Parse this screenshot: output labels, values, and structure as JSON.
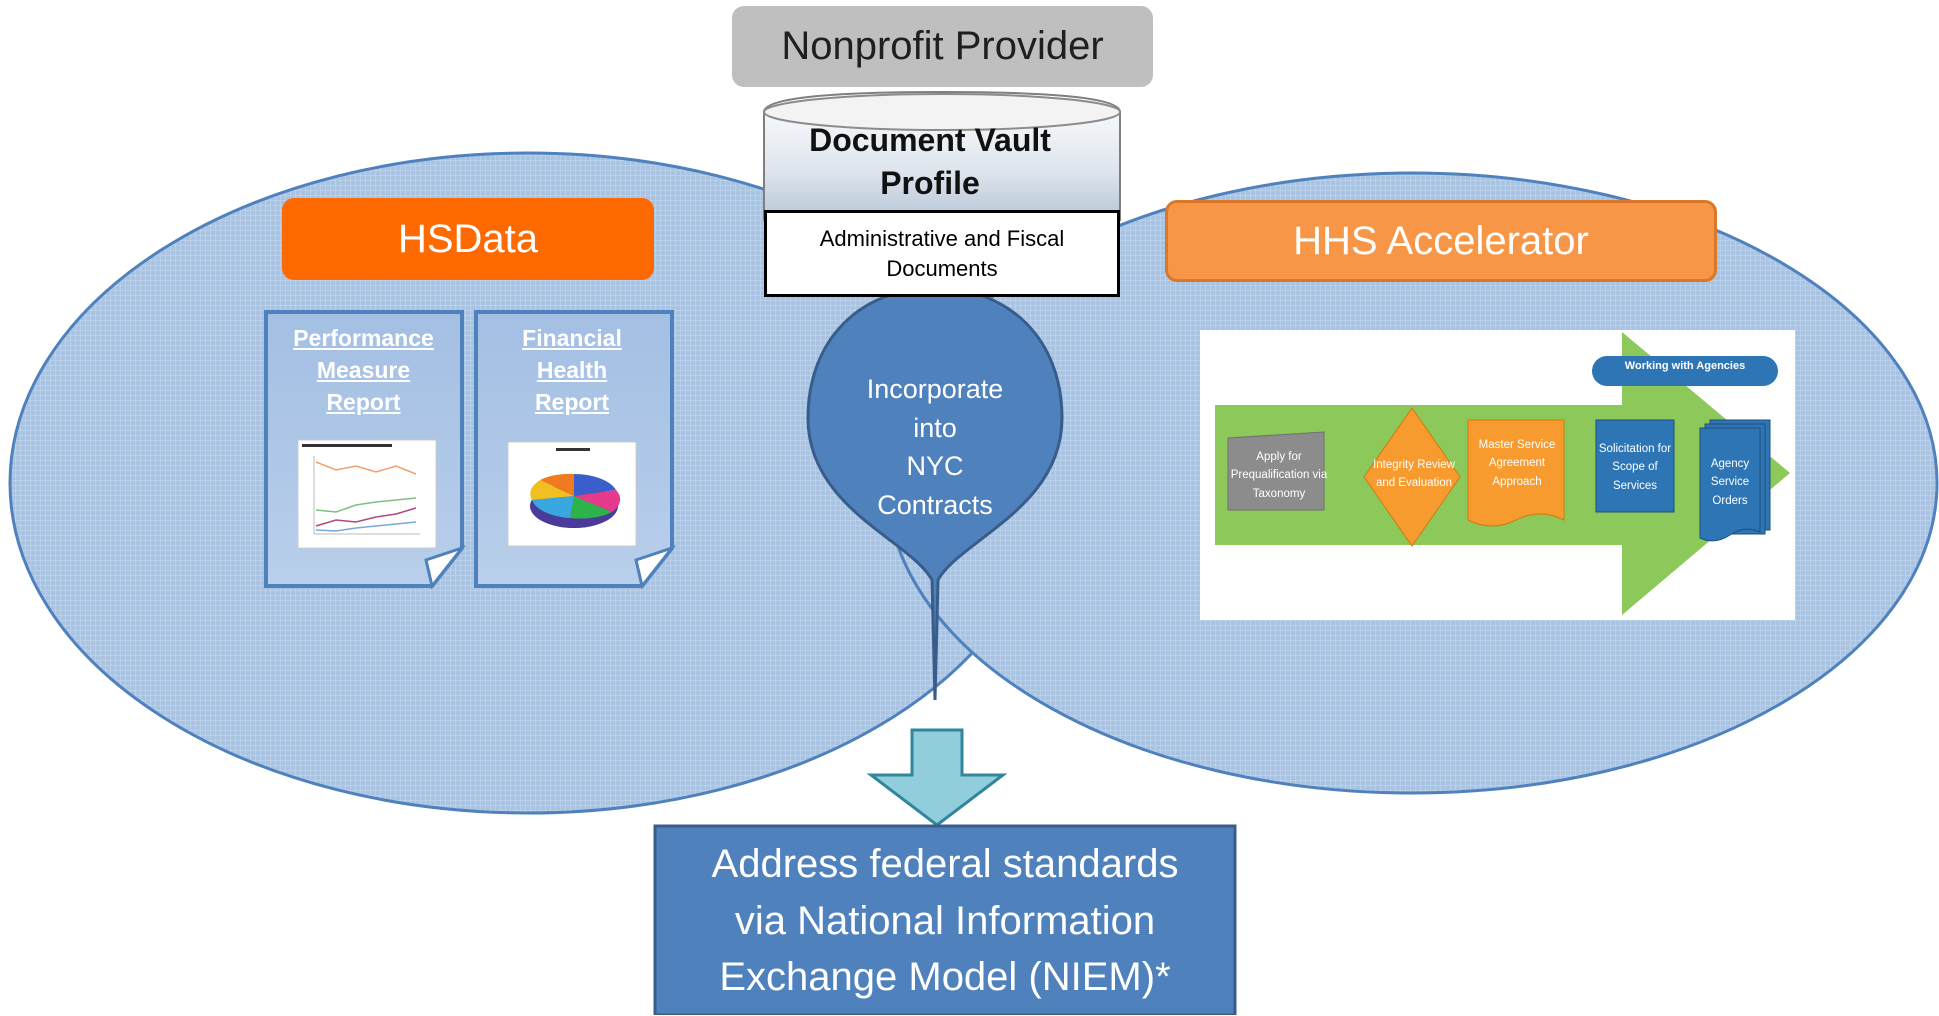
{
  "header": {
    "provider": "Nonprofit Provider"
  },
  "vault": {
    "title": "Document Vault\nProfile",
    "contents": "Administrative and Fiscal\nDocuments"
  },
  "left_system": {
    "label": "HSData",
    "documents": [
      {
        "title": "Performance\nMeasure\nReport"
      },
      {
        "title": "Financial\nHealth\nReport"
      }
    ]
  },
  "center_pin": {
    "label": "Incorporate\ninto\nNYC\nContracts"
  },
  "right_system": {
    "label": "HHS Accelerator",
    "flow": {
      "banner": "Working with Agencies",
      "steps": [
        "Apply for\nPrequalification via\nTaxonomy",
        "Integrity Review\nand Evaluation",
        "Master Service\nAgreement\nApproach",
        "Solicitation for\nScope of\nServices",
        "Agency\nService\nOrders"
      ]
    }
  },
  "outcome": {
    "label": "Address federal standards\nvia National Information\nExchange Model (NIEM)*"
  },
  "colors": {
    "ellipse_fill": "#a7c1e2",
    "ellipse_stroke": "#4f81bd",
    "hsdata": "#ff6a00",
    "hhs": "#f79646",
    "pin": "#4f81bd",
    "down_arrow": "#92cddc",
    "outcome_box": "#4f81bd",
    "flow_arrow": "#8dc85b"
  }
}
